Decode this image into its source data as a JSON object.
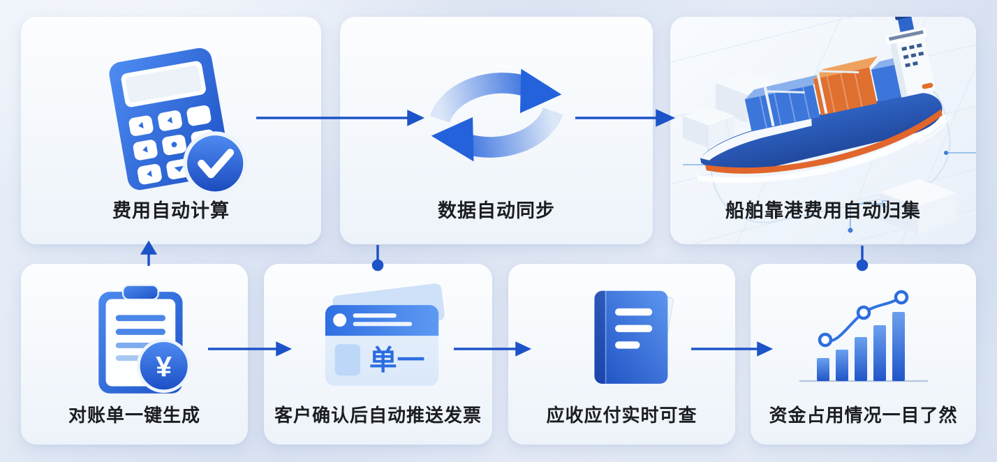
{
  "colors": {
    "arrow_blue": "#1d53c8",
    "primary_blue": "#2563d8",
    "container_orange": "#e0702f",
    "text_dark": "#1b1d21",
    "page_background_top": "#eaf0f9",
    "page_background_bottom": "#cfdbee",
    "card_background": "#f7fafd"
  },
  "cards": {
    "top": [
      {
        "label": "费用自动计算",
        "icon": "calculator-check-icon"
      },
      {
        "label": "数据自动同步",
        "icon": "sync-arrows-icon"
      },
      {
        "label": "船舶靠港费用自动归集",
        "icon": "container-ship-illustration"
      }
    ],
    "bottom": [
      {
        "label": "对账单一键生成",
        "icon": "statement-yuan-icon"
      },
      {
        "label": "客户确认后自动推送发票",
        "icon": "invoice-card-icon"
      },
      {
        "label": "应收应付实时可查",
        "icon": "ledger-documents-icon"
      },
      {
        "label": "资金占用情况一目了然",
        "icon": "growth-bar-chart-icon"
      }
    ]
  },
  "icon_texts": {
    "yuan_symbol": "¥",
    "invoice_text": "单一"
  },
  "connectors": {
    "top_row_arrows": [
      "top-card-1 → top-card-2",
      "top-card-2 → top-card-3"
    ],
    "bottom_row_arrows": [
      "bottom-card-1 → bottom-card-2",
      "bottom-card-2 → bottom-card-3",
      "bottom-card-3 → bottom-card-4"
    ],
    "vertical_links": [
      "bottom-card-1 → top-card-1 (arrow up)",
      "top-card-2 → bottom-card-2 (line with dot)",
      "top-card-3 → bottom-card-4 (line with dot)"
    ]
  }
}
